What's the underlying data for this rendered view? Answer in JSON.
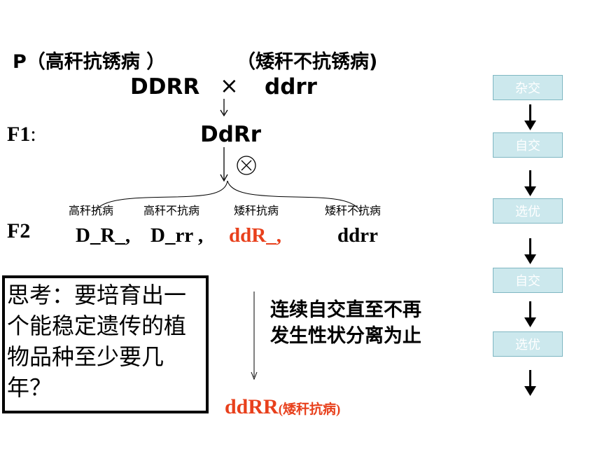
{
  "parents": {
    "p_label": "P（高秆抗锈病 ）",
    "p_recessive": "（矮秆不抗锈病)",
    "genotype_left": "DDRR",
    "cross_symbol": "×",
    "genotype_right": "ddrr"
  },
  "f1": {
    "label": "F1",
    "colon": ":",
    "genotype": "DdRr"
  },
  "f2": {
    "label": "F2",
    "phenotypes": [
      "高秆抗病",
      "高秆不抗病",
      "矮秆抗病",
      "矮秆不抗病"
    ],
    "genotypes": [
      "D_R_,",
      "D_rr ,",
      "ddR_,",
      "ddrr"
    ]
  },
  "question": {
    "text": "思考：要培育出一个能稳定遗传的植物品种至少要几年？"
  },
  "process_note": "连续自交直至不再发生性状分离为止",
  "result": {
    "genotype": "ddRR",
    "phenotype": "(矮秆抗病)"
  },
  "flow_steps": [
    "杂交",
    "自交",
    "选优",
    "自交",
    "选优"
  ],
  "colors": {
    "highlight": "#e8401c",
    "step_fill": "#cce8ed",
    "step_border": "#7fb7c2"
  }
}
